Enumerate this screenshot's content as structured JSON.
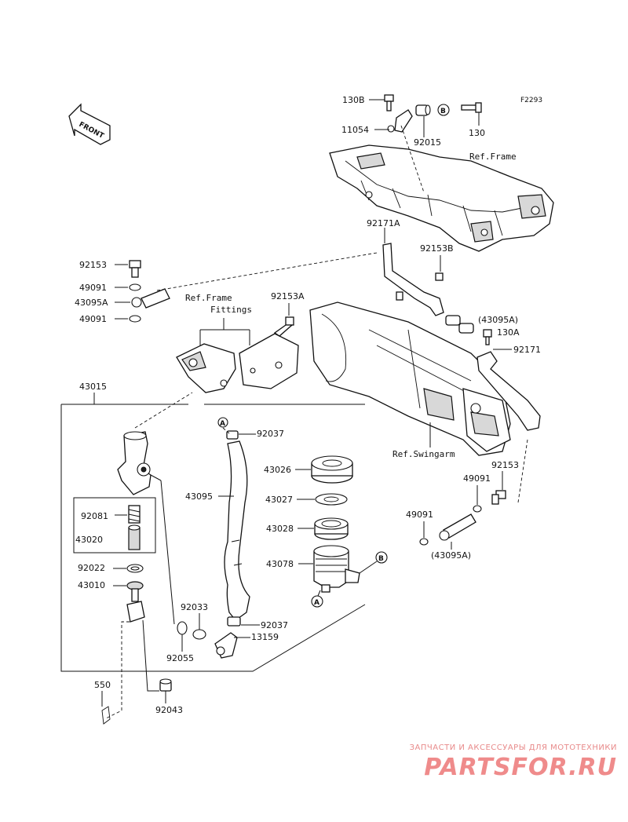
{
  "figure_code": "F2293",
  "front_label": "FRONT",
  "circle_labels": {
    "a": "A",
    "b": "B"
  },
  "refs": {
    "frame": "Ref.Frame",
    "frame_fittings_1": "Ref.Frame",
    "frame_fittings_2": "Fittings",
    "swingarm": "Ref.Swingarm"
  },
  "parts": {
    "p130b": "130B",
    "p11054": "11054",
    "p92015": "92015",
    "p130": "130",
    "p92171a": "92171A",
    "p92153b": "92153B",
    "p92153_top": "92153",
    "p49091_top": "49091",
    "p43095a_left": "43095A",
    "p49091_mid": "49091",
    "p92153a": "92153A",
    "p43095a_paren_top": "(43095A)",
    "p130a": "130A",
    "p92171": "92171",
    "p43015": "43015",
    "p92037_top": "92037",
    "p43026": "43026",
    "p43095": "43095",
    "p43027": "43027",
    "p92081": "92081",
    "p43028": "43028",
    "p43020": "43020",
    "p43078": "43078",
    "p92022": "92022",
    "p43010": "43010",
    "p92033": "92033",
    "p92037_bottom": "92037",
    "p13159": "13159",
    "p92055": "92055",
    "p550": "550",
    "p92043": "92043",
    "p92153_right": "92153",
    "p49091_right": "49091",
    "p49091_right_low": "49091",
    "p43095a_paren_bottom": "(43095A)"
  },
  "watermark": {
    "caption": "ЗАПЧАСТИ И АКСЕССУАРЫ ДЛЯ МОТОТЕХНИКИ",
    "logo": "PARTSFOR.RU"
  },
  "colors": {
    "line": "#111111",
    "watermark": "#ef8b8b",
    "background": "#ffffff"
  }
}
